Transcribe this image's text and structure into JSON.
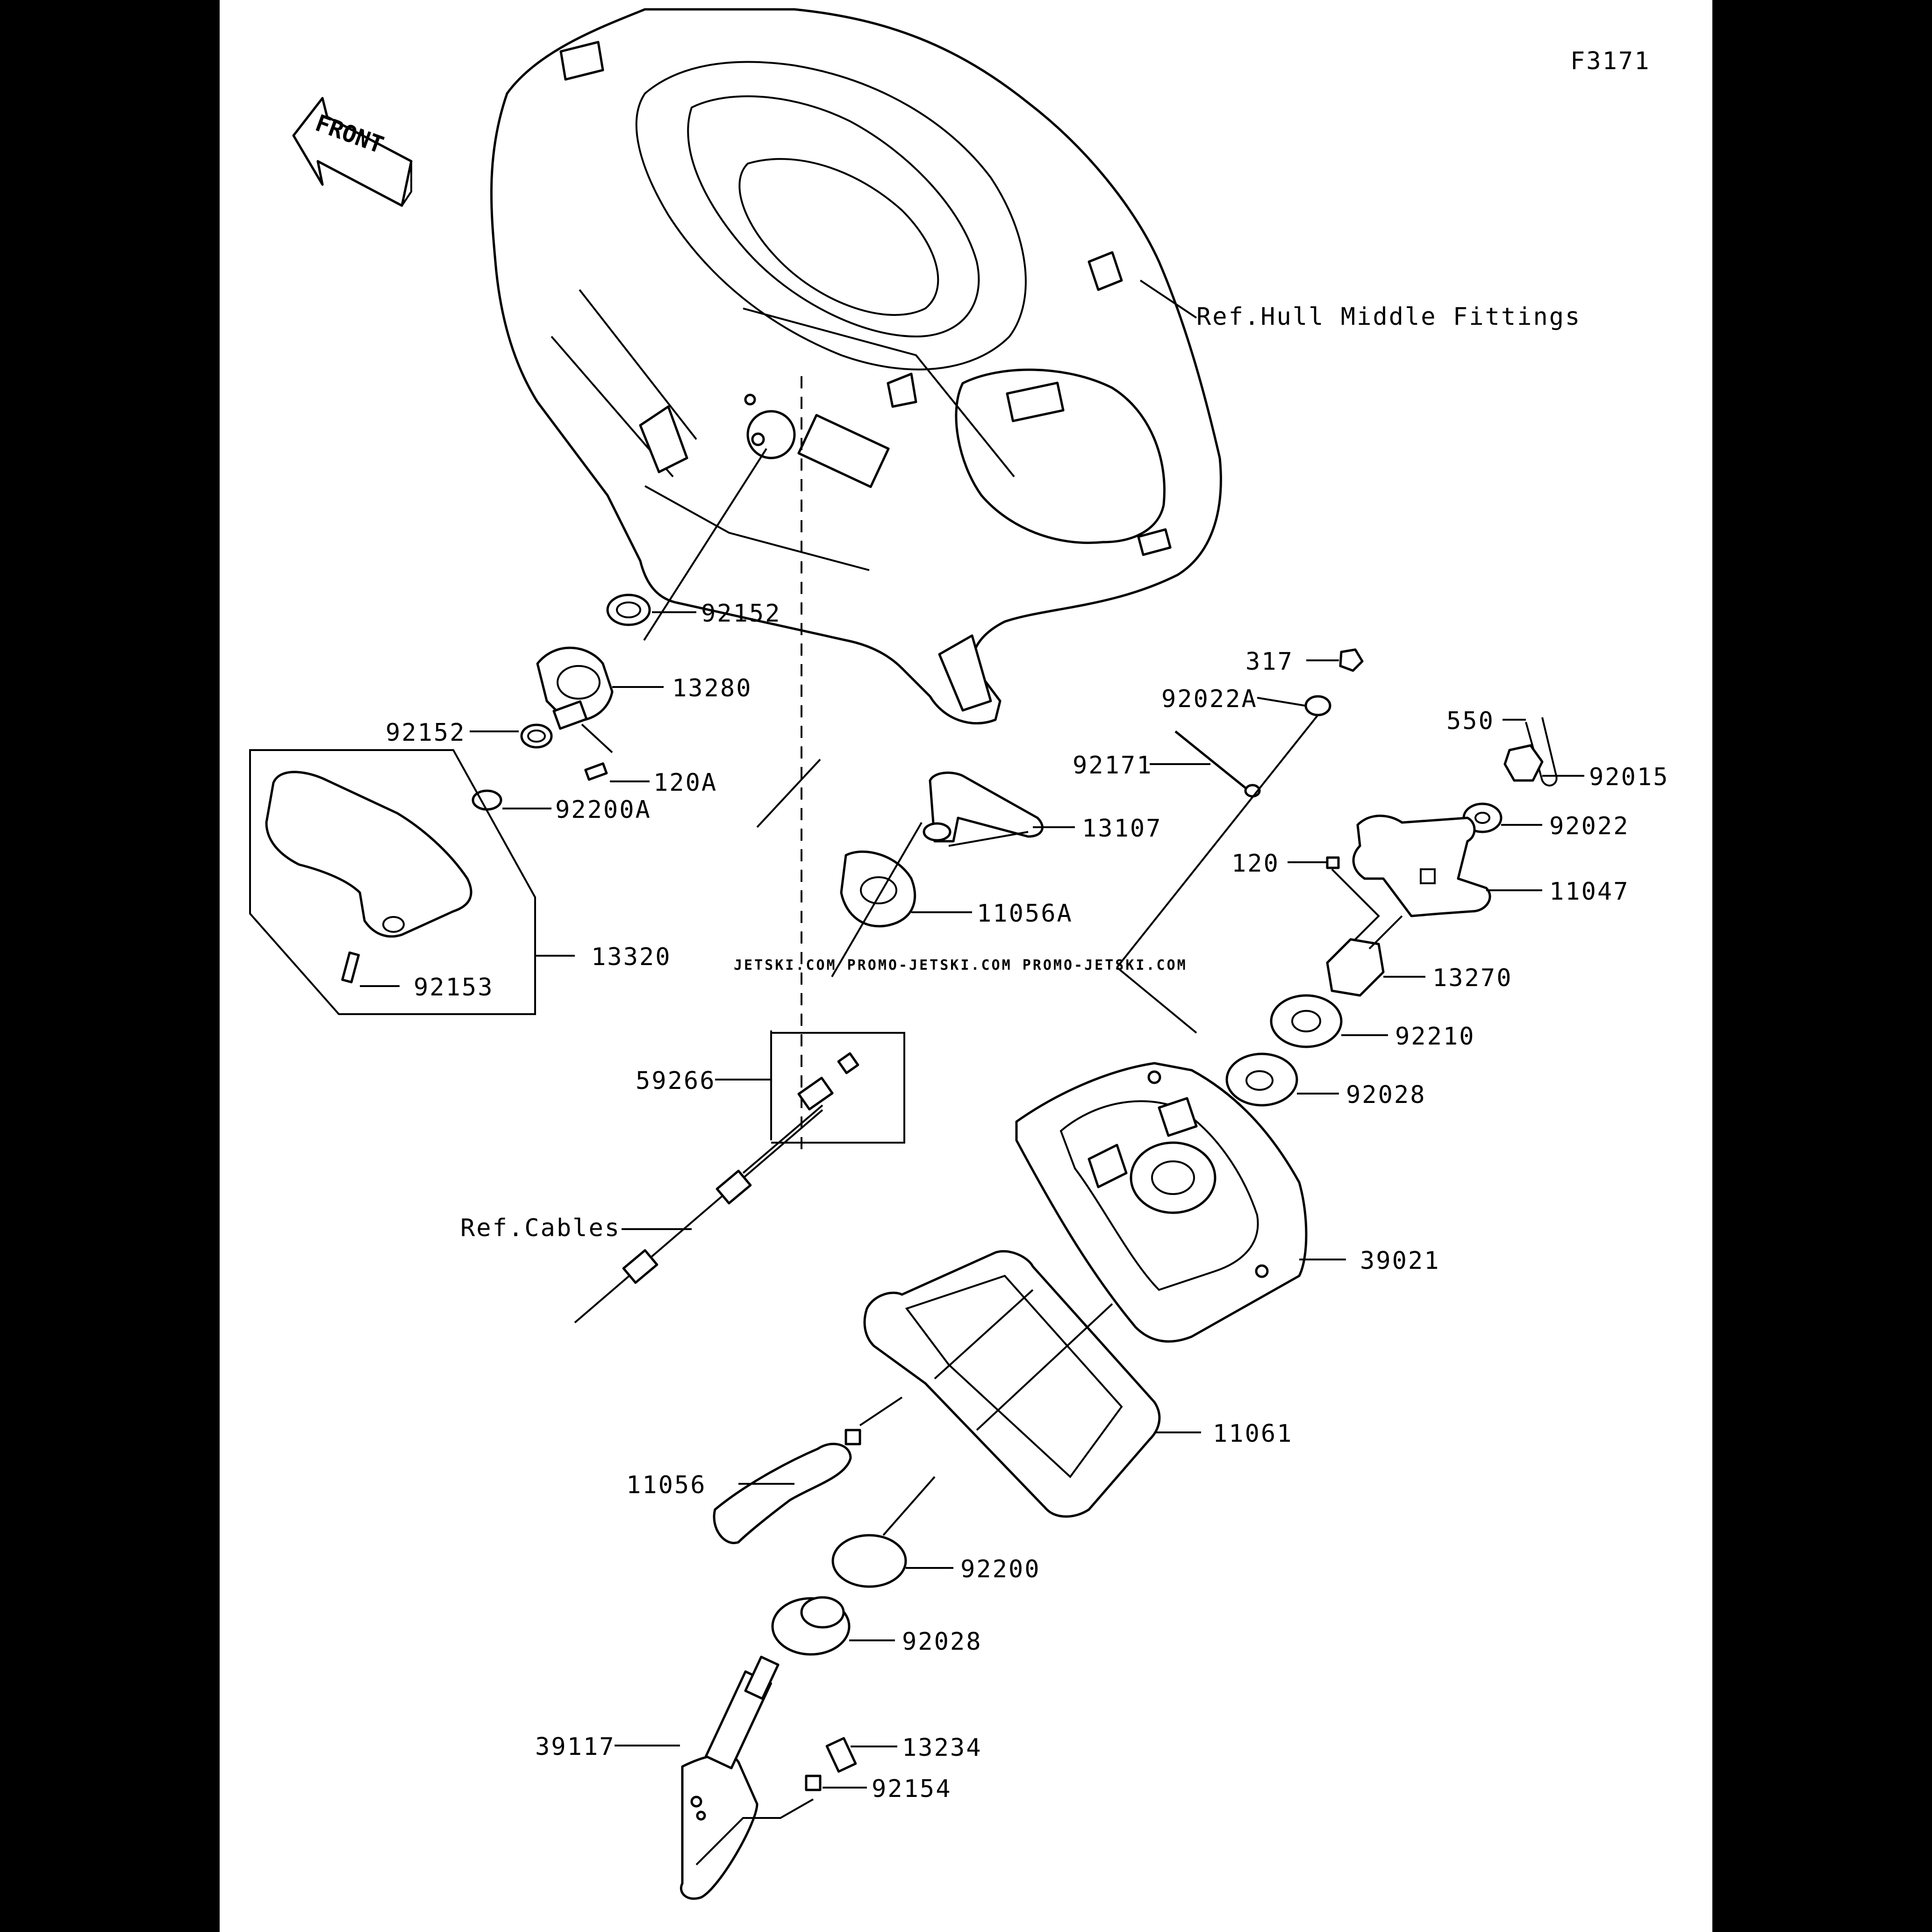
{
  "diagram_code": "F3171",
  "direction_label": "FRONT",
  "references": {
    "hull": "Ref.Hull Middle Fittings",
    "cables": "Ref.Cables"
  },
  "watermark": "JETSKI.COM  PROMO-JETSKI.COM  PROMO-JETSKI.COM",
  "parts": {
    "p92152_top": "92152",
    "p13280": "13280",
    "p92152_left": "92152",
    "p120A": "120A",
    "p92200A": "92200A",
    "p13320": "13320",
    "p92153": "92153",
    "p13107": "13107",
    "p11056A": "11056A",
    "p59266": "59266",
    "p317": "317",
    "p92022A": "92022A",
    "p92171": "92171",
    "p550": "550",
    "p92015": "92015",
    "p92022": "92022",
    "p120": "120",
    "p11047": "11047",
    "p13270": "13270",
    "p92210": "92210",
    "p92028_upper": "92028",
    "p39021": "39021",
    "p11061": "11061",
    "p11056": "11056",
    "p92200": "92200",
    "p92028_lower": "92028",
    "p39117": "39117",
    "p13234": "13234",
    "p92154": "92154"
  }
}
